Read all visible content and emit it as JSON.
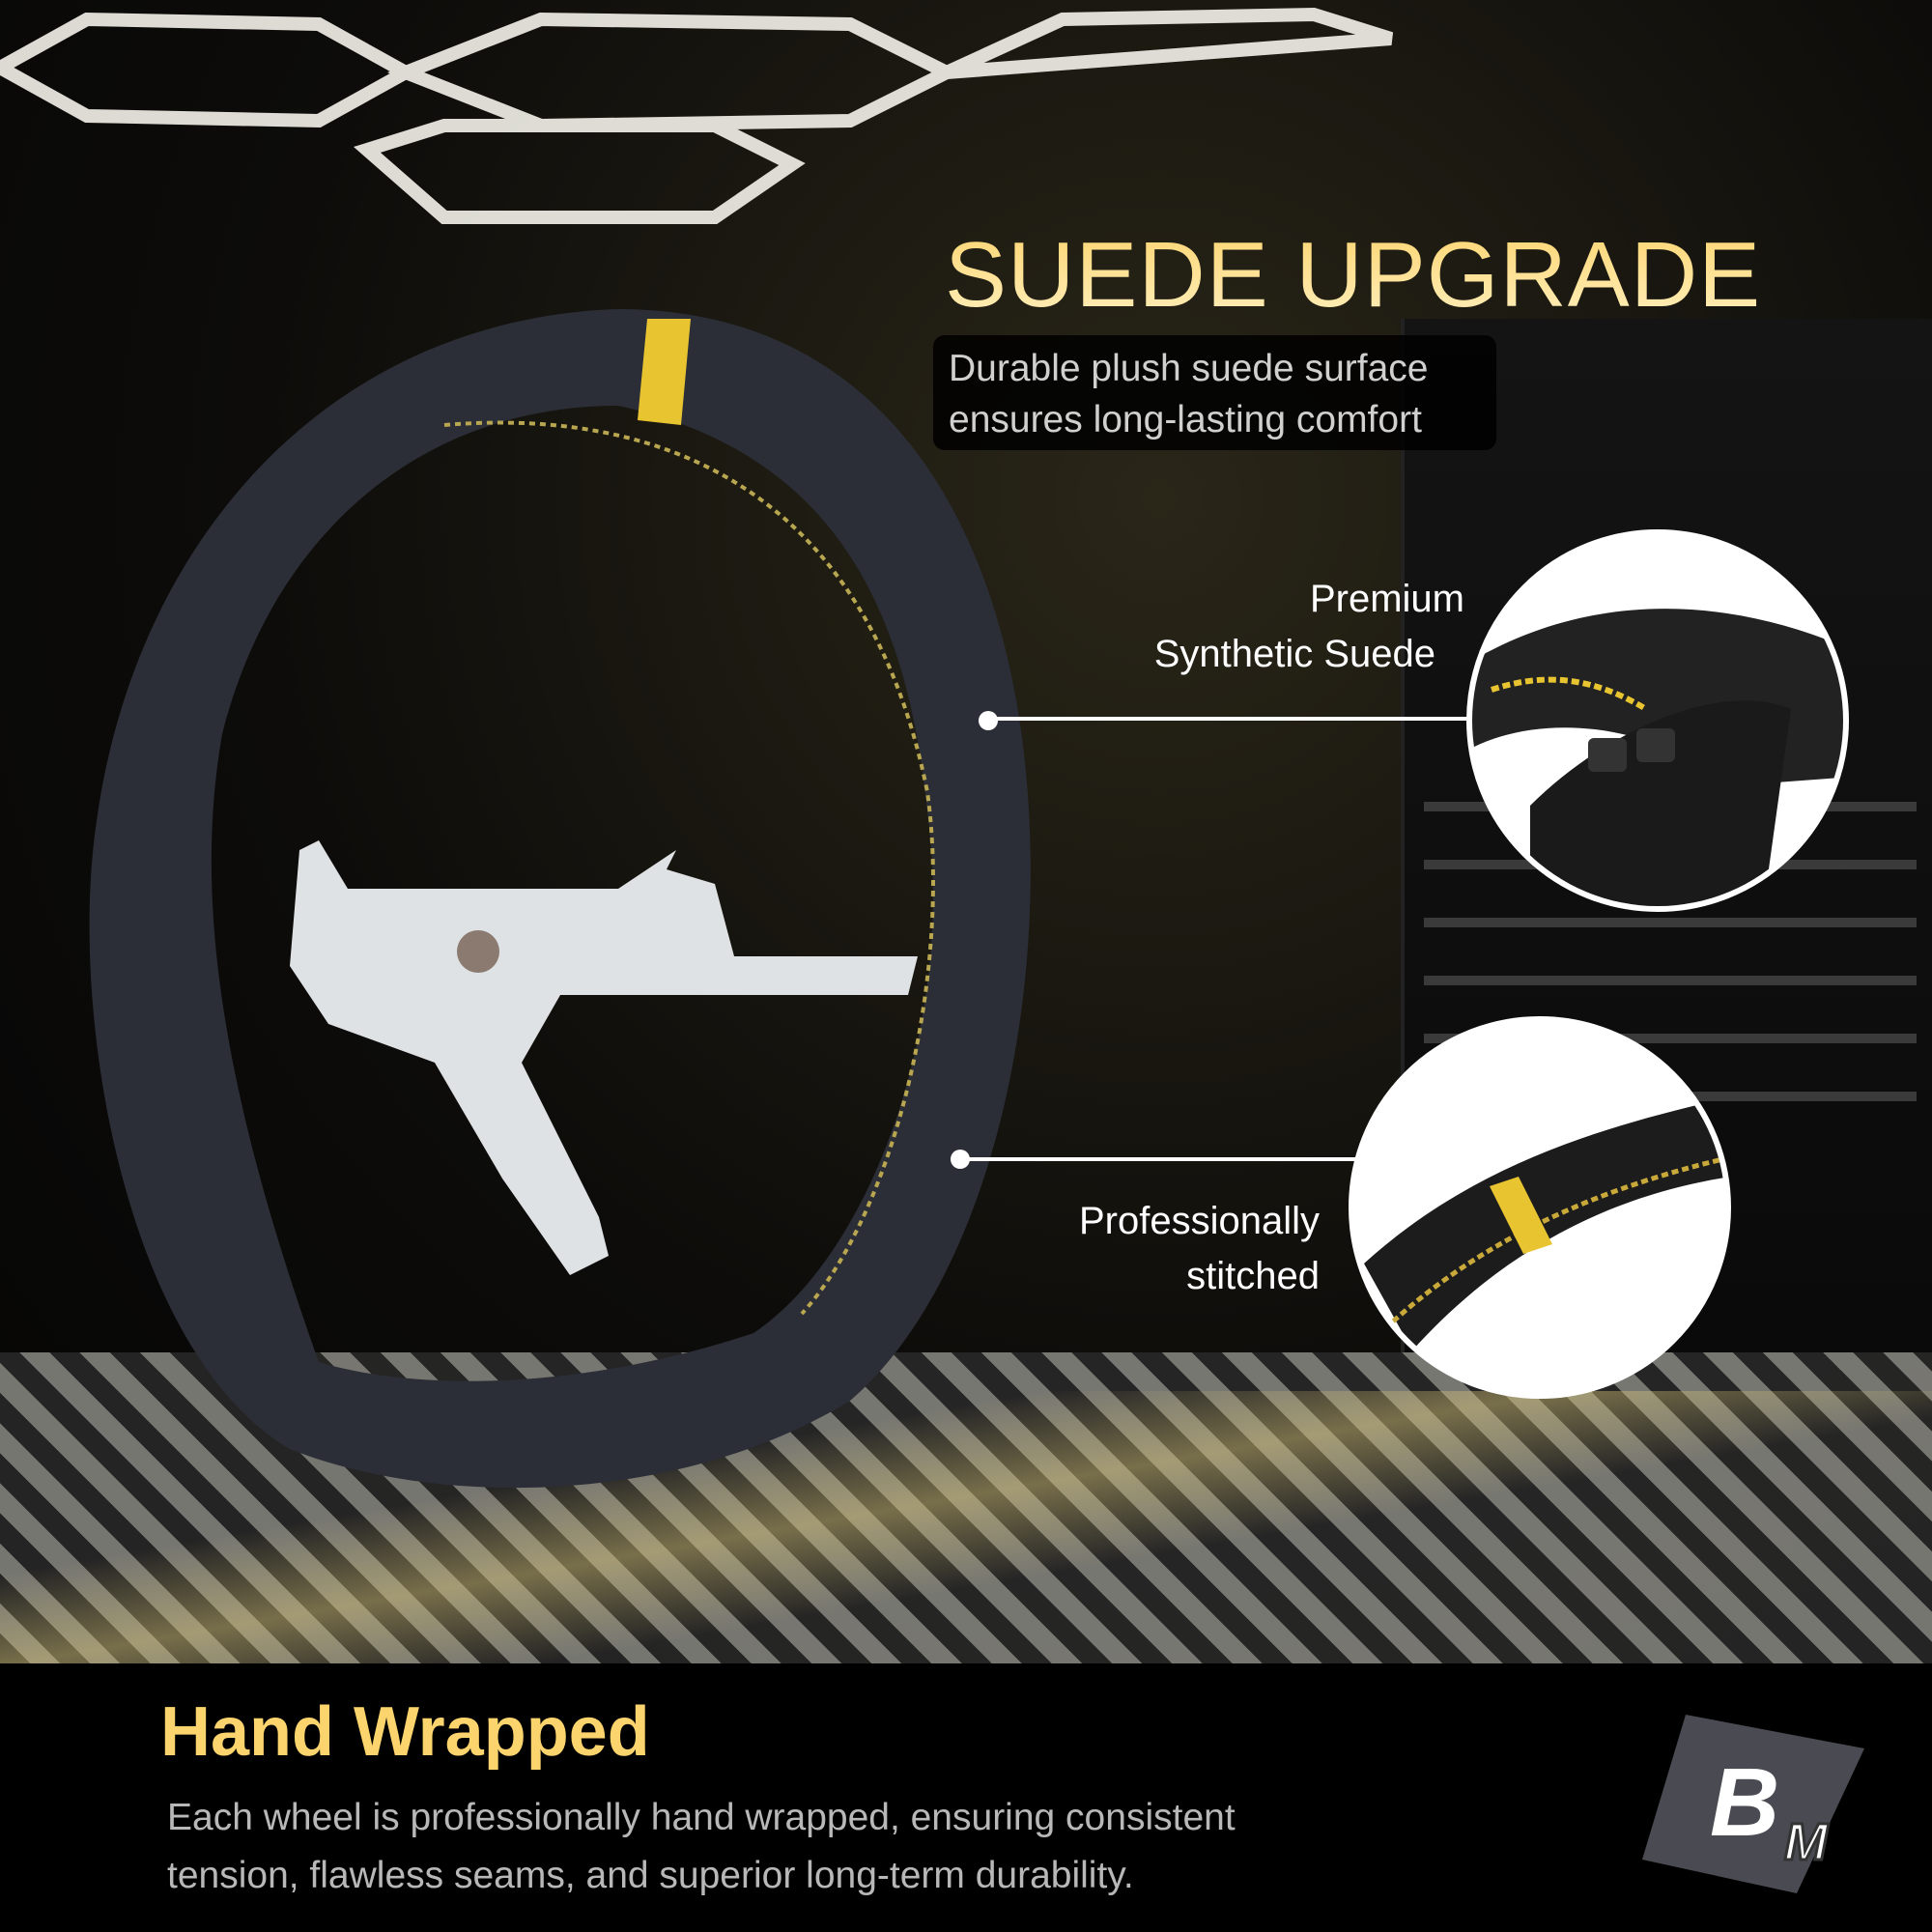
{
  "headline": "SUEDE UPGRADE",
  "headline_sub": [
    "Durable plush suede surface",
    "ensures long-lasting comfort"
  ],
  "callouts": [
    {
      "lines": [
        "Premium",
        "Synthetic Suede"
      ]
    },
    {
      "lines": [
        "Professionally",
        "stitched"
      ]
    }
  ],
  "footer": {
    "title": "Hand Wrapped",
    "body": [
      "Each wheel is professionally hand wrapped, ensuring consistent",
      "tension, flawless seams, and superior long-term durability."
    ]
  },
  "logo": {
    "text": "BM"
  },
  "colors": {
    "gold": "#fcd46e",
    "suede": "#2b2e36",
    "accent_yellow": "#e8c530"
  }
}
